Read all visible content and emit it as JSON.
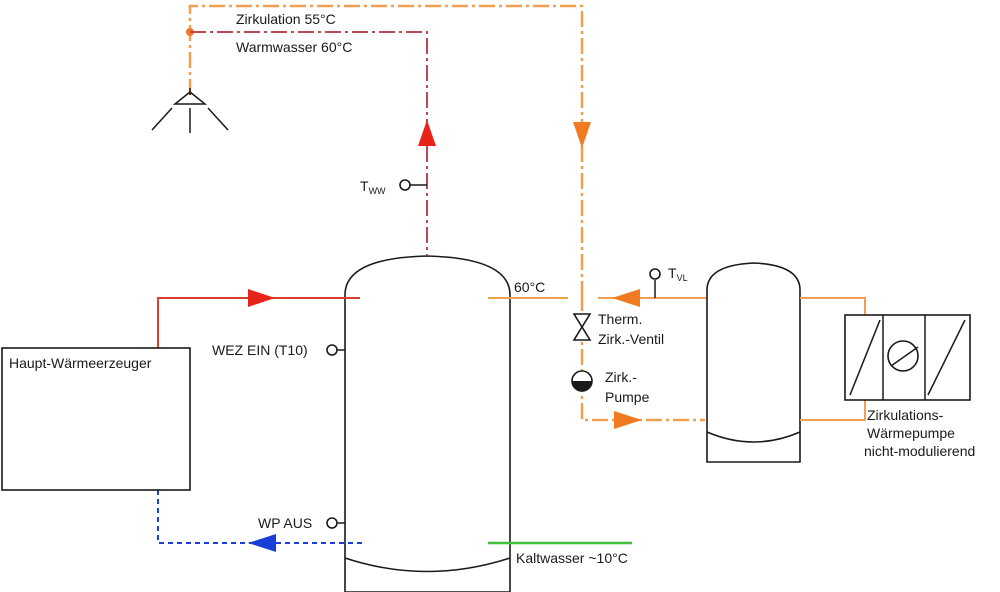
{
  "labels": {
    "zirkulation": "Zirkulation 55°C",
    "warmwasser": "Warmwasser 60°C",
    "tww": "T",
    "tww_sub": "WW",
    "tvl": "T",
    "tvl_sub": "VL",
    "temp_60": "60°C",
    "therm_1": "Therm.",
    "therm_2": "Zirk.-Ventil",
    "pumpe_1": "Zirk.-",
    "pumpe_2": "Pumpe",
    "wez_ein": "WEZ EIN (T10)",
    "wp_aus": "WP AUS",
    "haupt": "Haupt-Wärmeerzeuger",
    "kaltwasser": "Kaltwasser ~10°C",
    "wp_1": "Zirkulations-",
    "wp_2": "Wärmepumpe",
    "wp_3": "nicht-modulierend"
  },
  "colors": {
    "hot": "#d9402b",
    "warmwater": "#b84a55",
    "circulation": "#f0a050",
    "cold": "#1a3fd8",
    "coldwater": "#3fc03f",
    "arrow_red": "#e8231a",
    "arrow_orange": "#f07a20",
    "arrow_blue": "#1a3fd8"
  }
}
